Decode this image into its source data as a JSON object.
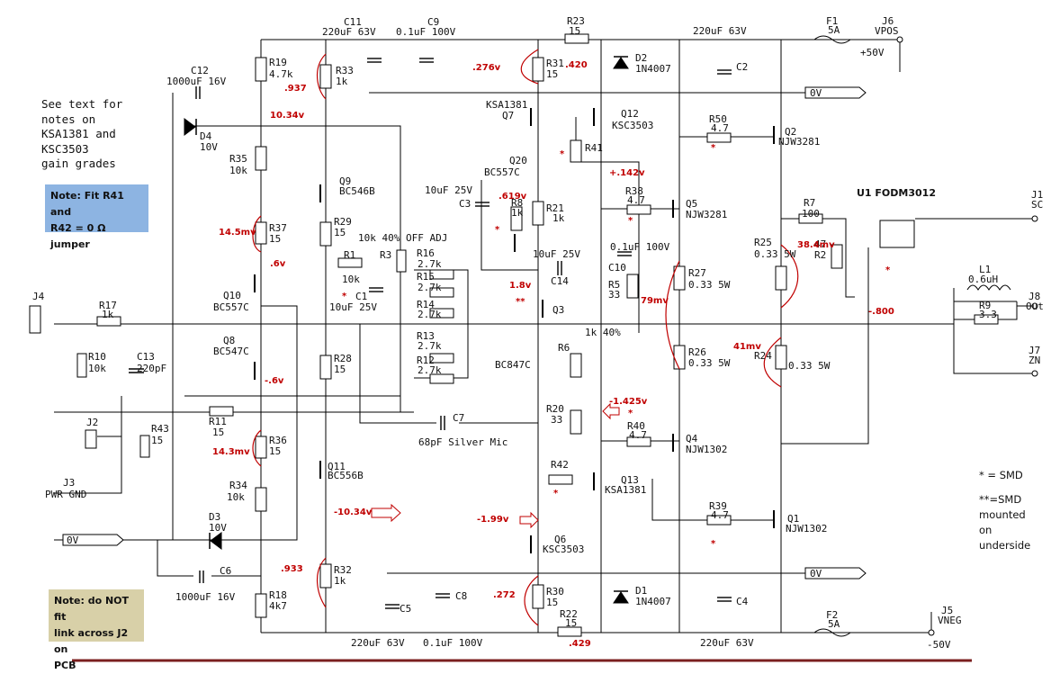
{
  "notes": {
    "gain_note": [
      "See text for",
      "notes on",
      "KSA1381 and",
      "KSC3503",
      "gain grades"
    ],
    "fit_note": [
      "Note: Fit R41 and",
      "R42 = 0 Ω jumper"
    ],
    "link_note": [
      "Note: do NOT fit",
      "link across J2 on",
      "PCB"
    ],
    "smd_legend": "* = SMD",
    "smd_underside": [
      "**=SMD",
      "mounted",
      "on",
      "underside"
    ]
  },
  "colors": {
    "note_blue": "#8db4e2",
    "note_tan": "#d8d0a8",
    "measure_red": "#c00000",
    "bottom_rule": "#7b1f1f"
  },
  "labels": {
    "J4": "J4",
    "R17": "R17",
    "R17v": "1k",
    "R10": "R10",
    "R10v": "10k",
    "C13": "C13",
    "C13v": "220pF",
    "J2": "J2",
    "R43": "R43",
    "R43v": "15",
    "J3": "J3",
    "J3v": "PWR GND",
    "in0v": "0V",
    "C12": "C12",
    "C12v": "1000uF 16V",
    "D4": "D4",
    "D4v": "10V",
    "R19": "R19",
    "R19v": "4.7k",
    "R35": "R35",
    "R35v": "10k",
    "R37": "R37",
    "R37v": "15",
    "Q10": "Q10",
    "Q10v": "BC557C",
    "Q8": "Q8",
    "Q8v": "BC547C",
    "R11": "R11",
    "R11v": "15",
    "R36": "R36",
    "R36v": "15",
    "R34": "R34",
    "R34v": "10k",
    "D3": "D3",
    "D3v": "10V",
    "C6": "C6",
    "C6v": "1000uF 16V",
    "R18": "R18",
    "R18v": "4k7",
    "C11": "C11",
    "C11v": "220uF 63V",
    "C9": "C9",
    "C9v": "0.1uF 100V",
    "R33": "R33",
    "R33v": "1k",
    "Q9": "Q9",
    "Q9v": "BC546B",
    "R29": "R29",
    "R29v": "15",
    "R1": "R1",
    "R1v": "10k",
    "R3": "R3",
    "R3v": "10k 40% OFF ADJ",
    "C1": "C1",
    "C1v": "10uF 25V",
    "R28": "R28",
    "R28v": "15",
    "Q11": "Q11",
    "Q11v": "BC556B",
    "R32": "R32",
    "R32v": "1k",
    "R16": "R16",
    "R16v": "2.7k",
    "R15": "R15",
    "R15v": "2.7k",
    "R14": "R14",
    "R14v": "2.7k",
    "R13": "R13",
    "R13v": "2.7k",
    "R12": "R12",
    "R12v": "2.7k",
    "C7": "C7",
    "C7v": "68pF Silver Mic",
    "C5": "C5",
    "C8": "C8",
    "C58v": "220uF 63V",
    "C8v": "0.1uF 100V",
    "R23": "R23",
    "R23v": "15",
    "R31": "R31",
    "R31v": "15",
    "Q7": "Q7",
    "Q7v": "KSA1381",
    "Q20": "Q20",
    "Q20v": "BC557C",
    "C3": "C3",
    "C3v": "10uF 25V",
    "R8": "R8",
    "R8v": "1k",
    "R21": "R21",
    "R21v": "1k",
    "C14": "C14",
    "C14v": "10uF 25V",
    "Q3": "Q3",
    "Q3v": "BC847C",
    "R6": "R6",
    "R20": "R20",
    "R20v": "33",
    "R42": "R42",
    "Q6": "Q6",
    "Q6v": "KSC3503",
    "R30": "R30",
    "R30v": "15",
    "R22": "R22",
    "R22v": "15",
    "Q12": "Q12",
    "Q12v": "KSC3503",
    "R41": "R41",
    "R38": "R38",
    "R38v": "4.7",
    "C10": "C10",
    "C10v": "0.1uF 100V",
    "R5": "R5",
    "R5v": "33",
    "R5b": "1k 40%",
    "Q13": "Q13",
    "Q13v": "KSA1381",
    "R40": "R40",
    "R40v": "4.7",
    "Q4": "Q4",
    "Q4v": "NJW1302",
    "Q5": "Q5",
    "Q5v": "NJW3281",
    "R27": "R27",
    "R27v": "0.33 5W",
    "R26": "R26",
    "R26v": "0.33 5W",
    "D2": "D2",
    "D2v": "1N4007",
    "D1": "D1",
    "D1v": "1N4007",
    "C2": "C2",
    "C2v": "220uF 63V",
    "C4": "C4",
    "C4v": "220uF 63V",
    "R50": "R50",
    "R50v": "4.7",
    "Q2": "Q2",
    "Q2v": "NJW3281",
    "R39": "R39",
    "R39v": "4.7",
    "Q1": "Q1",
    "Q1v": "NJW1302",
    "R25": "R25",
    "R25v": "0.33 5W",
    "R24": "R24",
    "R24v": "0.33 5W",
    "R7": "R7",
    "R7v": "100",
    "R2": "R2",
    "R2v": "47",
    "U1": "U1 FODM3012",
    "F1": "F1",
    "F1v": "5A",
    "F2": "F2",
    "F2v": "5A",
    "J6": "J6",
    "J6v": "VPOS",
    "J6s": "+50V",
    "J5": "J5",
    "J5v": "VNEG",
    "J5s": "-50V",
    "J1": "J1",
    "J1v": "SC",
    "L1": "L1",
    "L1v": "0.6uH",
    "R9": "R9",
    "R9v": "3.3",
    "J8": "J8",
    "J8v": "Out",
    "J7": "J7",
    "J7v": "ZN",
    "rail0v_top": "0V",
    "rail0v_bot": "0V"
  },
  "measurements": {
    "m937": ".937",
    "m1034": "10.34v",
    "m145": "14.5mv",
    "m6p": ".6v",
    "m6n": "-.6v",
    "m143": "14.3mv",
    "m1034n": "-10.34v",
    "m933": ".933",
    "m276": ".276v",
    "m420": ".420",
    "m619": ".619v",
    "m18": "1.8v",
    "m142": "+.142v",
    "m79": "79mv",
    "m1425": "-1.425v",
    "m199": "-1.99v",
    "m272": ".272",
    "m429": ".429",
    "m384": "38.4mv",
    "m41": "41mv",
    "m800": "-.800"
  },
  "smd_marks": [
    "*",
    "**"
  ]
}
